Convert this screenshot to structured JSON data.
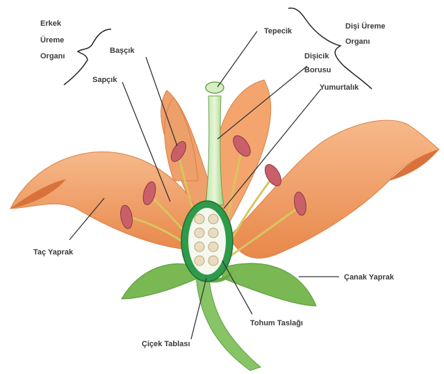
{
  "labels": {
    "erkek_1": "Erkek",
    "erkek_2": "Üreme",
    "erkek_3": "Organı",
    "disi_1": "Dişi Üreme",
    "disi_2": "Organı",
    "bascik": "Başçık",
    "sapcik": "Sapçık",
    "tepecik": "Tepecik",
    "disicik_1": "Dişicik",
    "disicik_2": "Borusu",
    "yumurtalik": "Yumurtalık",
    "tac_yaprak": "Taç Yaprak",
    "canak_yaprak": "Çanak Yaprak",
    "tohum_taslagi": "Tohum Taslağı",
    "cicek_tablasi": "Çiçek Tablası"
  },
  "colors": {
    "petal": "#f2a36b",
    "petal_dark": "#e07a3e",
    "stem": "#7cbf5a",
    "sepal": "#6fb04c",
    "ovary": "#2f9a4a",
    "ovule": "#e9dcc0",
    "anther": "#c9606a",
    "filament": "#d9c86a",
    "leader": "#333333"
  }
}
